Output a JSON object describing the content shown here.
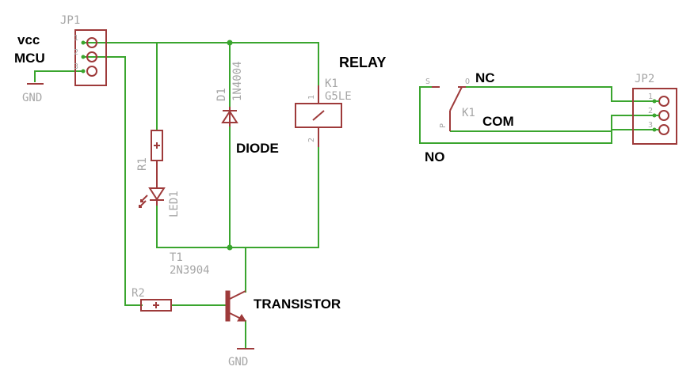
{
  "labels": {
    "vcc": "vcc",
    "mcu": "MCU",
    "relay": "RELAY",
    "diode": "DIODE",
    "transistor": "TRANSISTOR",
    "nc": "NC",
    "com": "COM",
    "no": "NO"
  },
  "components": {
    "jp1": {
      "name": "JP1",
      "pins": [
        "1",
        "2",
        "3"
      ]
    },
    "jp2": {
      "name": "JP2",
      "pins": [
        "1",
        "2",
        "3"
      ]
    },
    "gnd_left": "GND",
    "gnd_bottom": "GND",
    "d1": {
      "name": "D1",
      "value": "1N4004"
    },
    "k1": {
      "name": "K1",
      "value": "G5LE",
      "pin1": "1",
      "pin2": "2"
    },
    "r1": {
      "name": "R1"
    },
    "led1": {
      "name": "LED1"
    },
    "t1": {
      "name": "T1",
      "value": "2N3904"
    },
    "r2": {
      "name": "R2"
    },
    "k1_switch": {
      "name": "K1",
      "s": "S",
      "o": "O",
      "p": "P"
    }
  },
  "colors": {
    "wire": "#3aa52e",
    "part": "#9e3a3a",
    "silkscreen": "#a6a6a6",
    "annotation": "#000000"
  }
}
